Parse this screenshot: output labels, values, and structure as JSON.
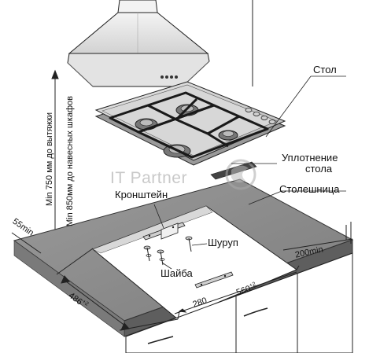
{
  "labels": {
    "table": "Стол",
    "seal_line1": "Уплотнение",
    "seal_line2": "стола",
    "bracket": "Кронштейн",
    "countertop": "Столешница",
    "screw": "Шуруп",
    "washer": "Шайба"
  },
  "vertical_labels": {
    "hood_clearance": "Min 750 мм до вытяжки",
    "cabinet_clearance": "Min 850мм до навесных шкафов"
  },
  "dimensions": {
    "front_offset": "55min",
    "rear_offset": "200min",
    "depth": {
      "value": "486",
      "tolerance": "+2"
    },
    "width": {
      "value": "560",
      "tolerance": "+2"
    },
    "half_width": "280"
  },
  "watermark": "IT Partner"
}
